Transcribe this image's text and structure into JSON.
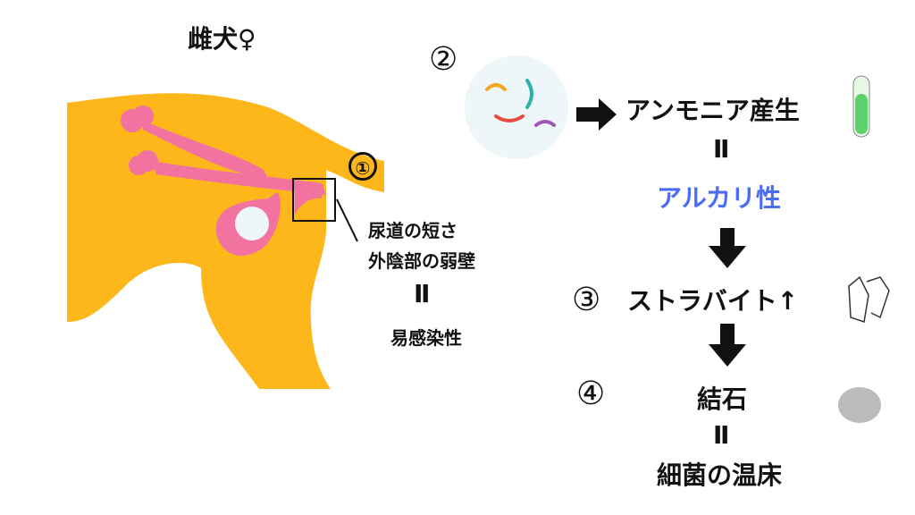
{
  "title": "雌犬♀",
  "left": {
    "marker": "①",
    "cause1": "尿道の短さ",
    "cause2": "外陰部の弱壁",
    "equals": "Ⅱ",
    "result": "易感染性"
  },
  "right": {
    "step2_marker": "②",
    "ammonia": "アンモニア産生",
    "alkaline": "アルカリ性",
    "step3_marker": "③",
    "struvite": "ストラバイト↑",
    "step4_marker": "④",
    "stone": "結石",
    "bed": "細菌の温床"
  },
  "colors": {
    "body": "#FDB71A",
    "organ": "#F2739F",
    "accent": "#4A6CF7"
  }
}
